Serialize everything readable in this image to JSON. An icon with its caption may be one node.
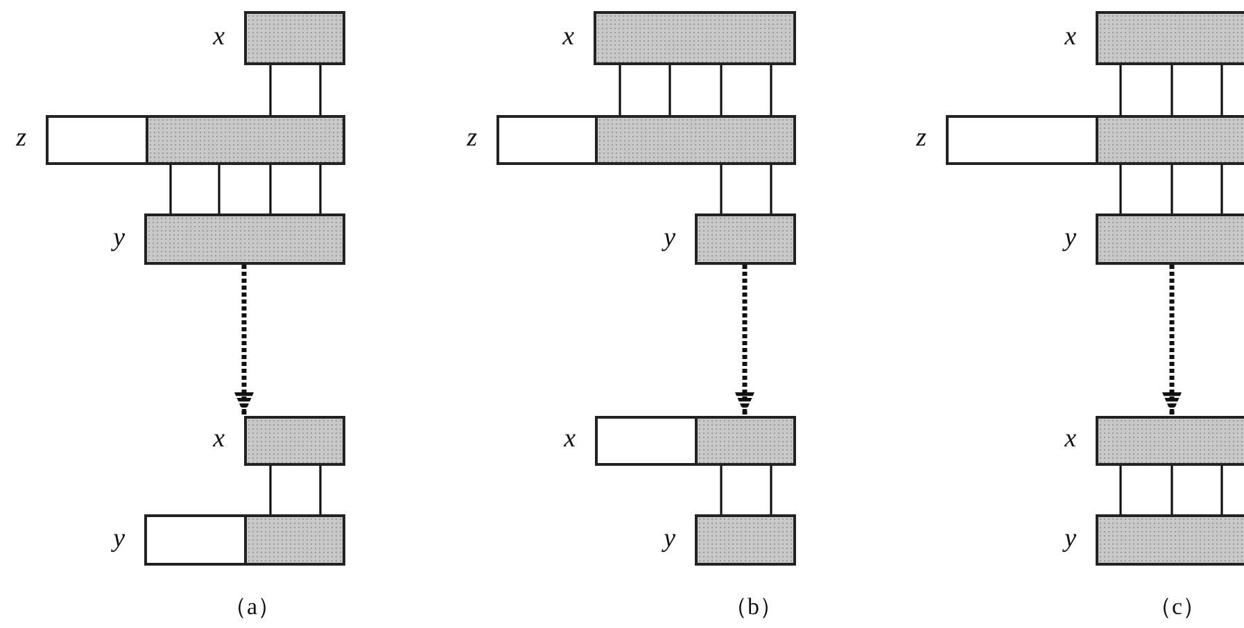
{
  "diagram": {
    "nodes": [
      {
        "text": [],
        "shape": "bar",
        "beside": [
          "x"
        ]
      },
      {
        "text": [],
        "shape": "bar",
        "beside": [
          "z"
        ]
      },
      {
        "text": [],
        "shape": "bar",
        "beside": [
          "y"
        ]
      },
      {
        "text": [],
        "shape": "bar",
        "beside": [
          "x"
        ]
      },
      {
        "text": [],
        "shape": "bar",
        "beside": [
          "y"
        ]
      },
      {
        "text": [],
        "shape": "bar",
        "beside": [
          "x"
        ]
      },
      {
        "text": [],
        "shape": "bar",
        "beside": [
          "z"
        ]
      },
      {
        "text": [],
        "shape": "bar",
        "beside": [
          "y"
        ]
      },
      {
        "text": [],
        "shape": "bar",
        "beside": [
          "x"
        ]
      },
      {
        "text": [],
        "shape": "bar",
        "beside": [
          "y"
        ]
      },
      {
        "text": [],
        "shape": "bar",
        "beside": [
          "x"
        ]
      },
      {
        "text": [],
        "shape": "bar",
        "beside": [
          "z"
        ]
      },
      {
        "text": [],
        "shape": "bar",
        "beside": [
          "y"
        ]
      },
      {
        "text": [],
        "shape": "bar",
        "beside": [
          "x"
        ]
      },
      {
        "text": [],
        "shape": "bar",
        "beside": [
          "y"
        ]
      }
    ],
    "edges": [
      {
        "from": 0,
        "to": 1,
        "arrow": "none"
      },
      {
        "from": 0,
        "to": 1,
        "arrow": "none"
      },
      {
        "from": 1,
        "to": 2,
        "arrow": "none"
      },
      {
        "from": 1,
        "to": 2,
        "arrow": "none"
      },
      {
        "from": 1,
        "to": 2,
        "arrow": "none"
      },
      {
        "from": 1,
        "to": 2,
        "arrow": "none"
      },
      {
        "from": 2,
        "to": 3,
        "arrow": "to",
        "style": "dashed"
      },
      {
        "from": 3,
        "to": 4,
        "arrow": "none"
      },
      {
        "from": 3,
        "to": 4,
        "arrow": "none"
      },
      {
        "from": 5,
        "to": 6,
        "arrow": "none"
      },
      {
        "from": 5,
        "to": 6,
        "arrow": "none"
      },
      {
        "from": 5,
        "to": 6,
        "arrow": "none"
      },
      {
        "from": 5,
        "to": 6,
        "arrow": "none"
      },
      {
        "from": 6,
        "to": 7,
        "arrow": "none"
      },
      {
        "from": 6,
        "to": 7,
        "arrow": "none"
      },
      {
        "from": 7,
        "to": 8,
        "arrow": "to",
        "style": "dashed"
      },
      {
        "from": 8,
        "to": 9,
        "arrow": "none"
      },
      {
        "from": 8,
        "to": 9,
        "arrow": "none"
      },
      {
        "from": 10,
        "to": 11,
        "arrow": "none"
      },
      {
        "from": 10,
        "to": 11,
        "arrow": "none"
      },
      {
        "from": 10,
        "to": 11,
        "arrow": "none"
      },
      {
        "from": 11,
        "to": 12,
        "arrow": "none"
      },
      {
        "from": 11,
        "to": 12,
        "arrow": "none"
      },
      {
        "from": 11,
        "to": 12,
        "arrow": "none"
      },
      {
        "from": 12,
        "to": 13,
        "arrow": "to",
        "style": "dashed"
      },
      {
        "from": 13,
        "to": 14,
        "arrow": "none"
      },
      {
        "from": 13,
        "to": 14,
        "arrow": "none"
      },
      {
        "from": 13,
        "to": 14,
        "arrow": "none"
      }
    ],
    "labels": [
      "（a）",
      "（b）",
      "（c）"
    ]
  }
}
